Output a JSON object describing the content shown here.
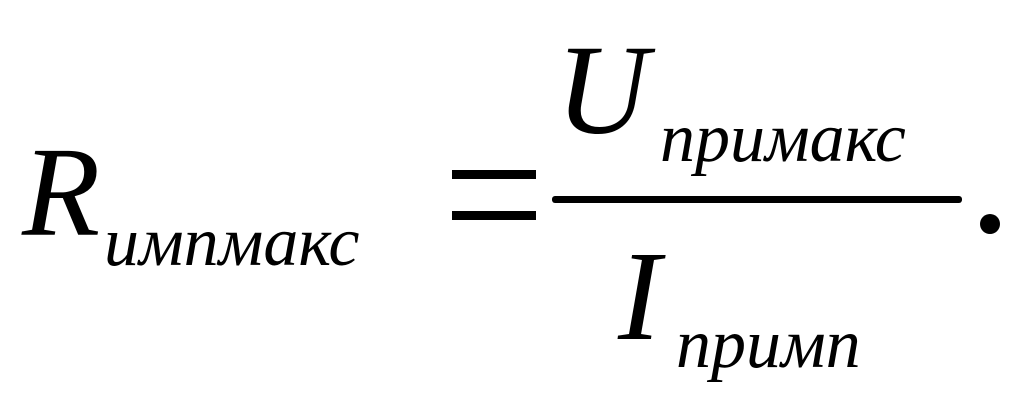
{
  "formula": {
    "lhs": {
      "symbol": "R",
      "subscript": "импмакс"
    },
    "relation": "=",
    "numerator": {
      "symbol": "U",
      "subscript": "примакс"
    },
    "denominator": {
      "symbol": "I",
      "subscript": "примп"
    },
    "terminator": "."
  }
}
